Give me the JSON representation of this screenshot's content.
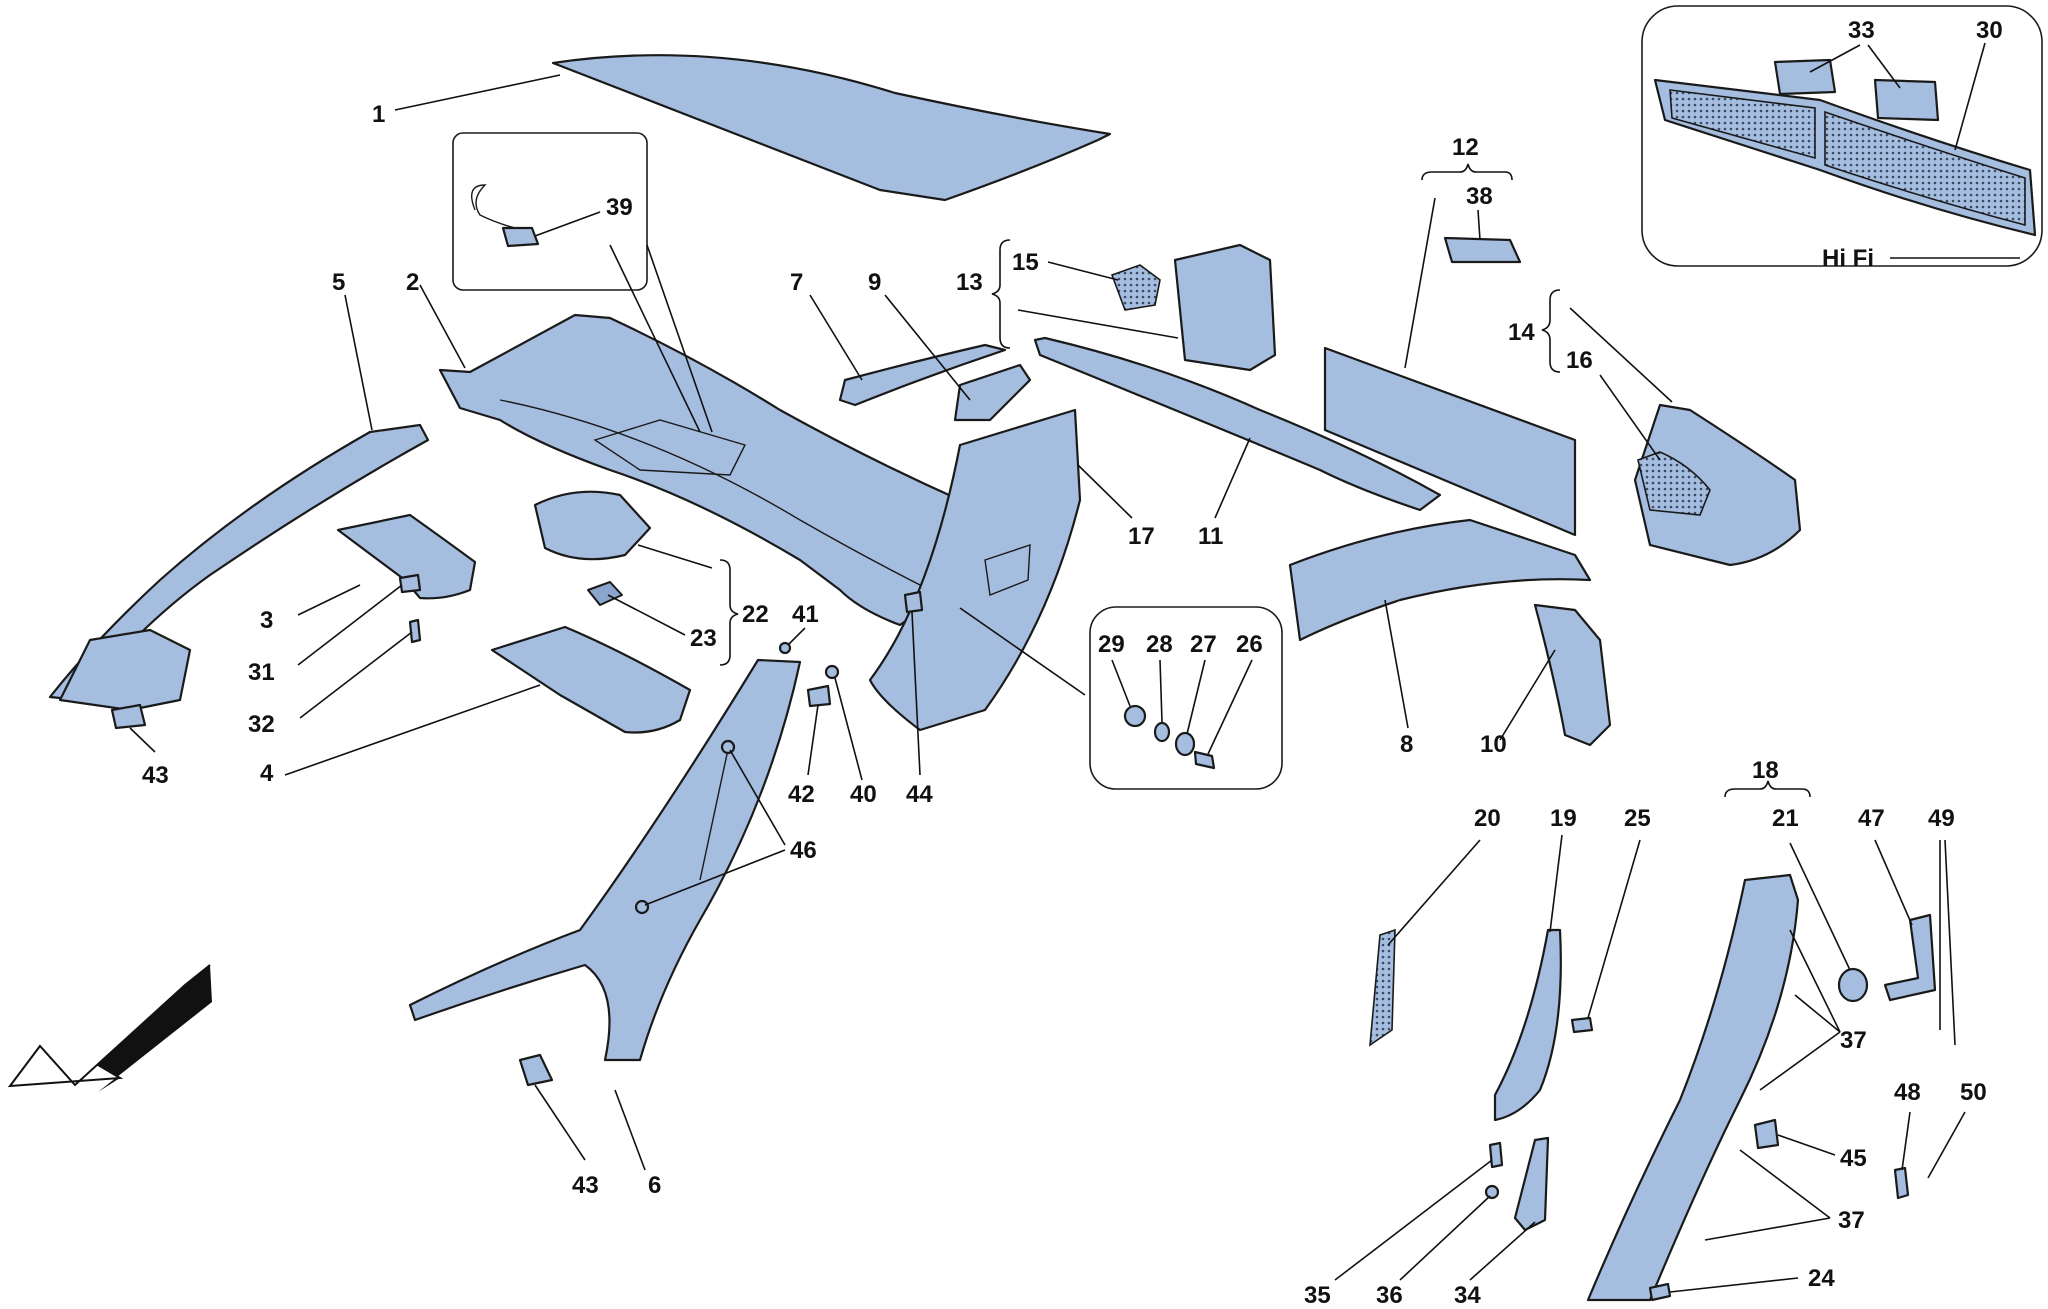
{
  "diagram": {
    "inset_label": "Hi Fi",
    "callouts": {
      "c1": "1",
      "c2": "2",
      "c3": "3",
      "c4": "4",
      "c5": "5",
      "c6": "6",
      "c7": "7",
      "c8": "8",
      "c9": "9",
      "c10": "10",
      "c11": "11",
      "c12": "12",
      "c13": "13",
      "c14": "14",
      "c15": "15",
      "c16": "16",
      "c17": "17",
      "c18": "18",
      "c19": "19",
      "c20": "20",
      "c21": "21",
      "c22": "22",
      "c23": "23",
      "c24": "24",
      "c25": "25",
      "c26": "26",
      "c27": "27",
      "c28": "28",
      "c29": "29",
      "c30": "30",
      "c31": "31",
      "c32": "32",
      "c33": "33",
      "c34": "34",
      "c35": "35",
      "c36": "36",
      "c37a": "37",
      "c37b": "37",
      "c38": "38",
      "c39": "39",
      "c40": "40",
      "c41": "41",
      "c42": "42",
      "c43a": "43",
      "c43b": "43",
      "c44": "44",
      "c45": "45",
      "c46": "46",
      "c47": "47",
      "c48": "48",
      "c49": "49",
      "c50": "50"
    },
    "colors": {
      "part_fill": "#a5bddf",
      "outline": "#1a1a1a",
      "background": "#ffffff"
    }
  }
}
